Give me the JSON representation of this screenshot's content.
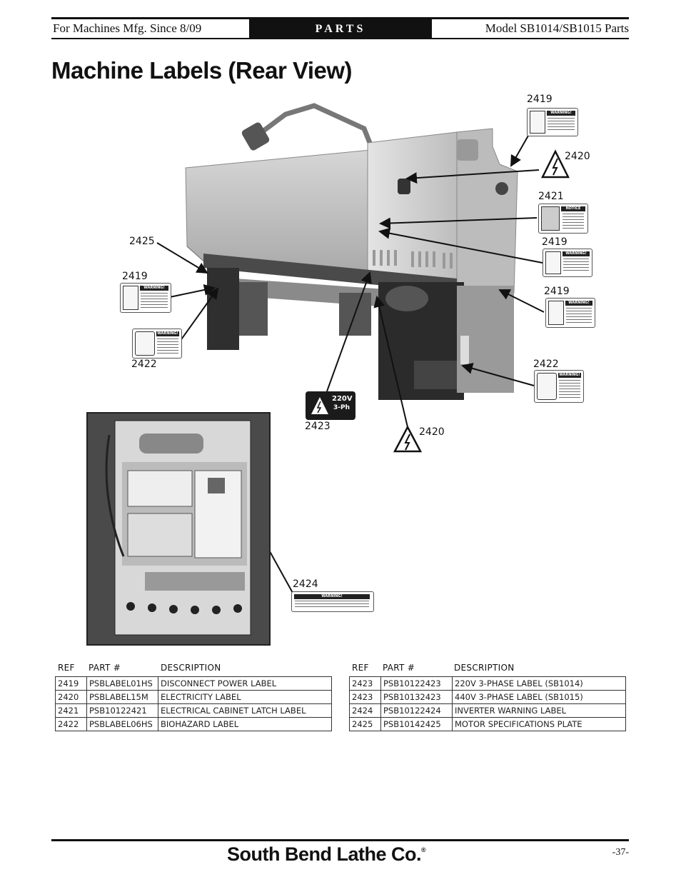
{
  "header": {
    "left": "For Machines Mfg. Since 8/09",
    "section": "PARTS",
    "right": "Model SB1014/SB1015 Parts"
  },
  "page_title": "Machine Labels (Rear View)",
  "figure": {
    "callouts": [
      {
        "id": "c1",
        "text": "2419"
      },
      {
        "id": "c2",
        "text": "2420"
      },
      {
        "id": "c3",
        "text": "2421"
      },
      {
        "id": "c4",
        "text": "2419"
      },
      {
        "id": "c5",
        "text": "2419"
      },
      {
        "id": "c6",
        "text": "2422"
      },
      {
        "id": "c7",
        "text": "2425"
      },
      {
        "id": "c8",
        "text": "2419"
      },
      {
        "id": "c9",
        "text": "2422"
      },
      {
        "id": "c10",
        "text": "2423"
      },
      {
        "id": "c11",
        "text": "2420"
      },
      {
        "id": "c12",
        "text": "2424"
      }
    ],
    "label_texts": {
      "warning": "WARNING!",
      "notice": "NOTICE",
      "v220": "220V",
      "ph3": "3-Ph"
    }
  },
  "tables": {
    "headers": {
      "ref": "REF",
      "part": "PART #",
      "desc": "DESCRIPTION"
    },
    "left": [
      {
        "ref": "2419",
        "part": "PSBLABEL01HS",
        "desc": "DISCONNECT POWER LABEL"
      },
      {
        "ref": "2420",
        "part": "PSBLABEL15M",
        "desc": "ELECTRICITY LABEL"
      },
      {
        "ref": "2421",
        "part": "PSB10122421",
        "desc": "ELECTRICAL CABINET LATCH LABEL"
      },
      {
        "ref": "2422",
        "part": "PSBLABEL06HS",
        "desc": "BIOHAZARD LABEL"
      }
    ],
    "right": [
      {
        "ref": "2423",
        "part": "PSB10122423",
        "desc": "220V 3-PHASE LABEL (SB1014)"
      },
      {
        "ref": "2423",
        "part": "PSB10132423",
        "desc": "440V 3-PHASE LABEL (SB1015)"
      },
      {
        "ref": "2424",
        "part": "PSB10122424",
        "desc": "INVERTER WARNING LABEL"
      },
      {
        "ref": "2425",
        "part": "PSB10142425",
        "desc": "MOTOR SPECIFICATIONS PLATE"
      }
    ]
  },
  "footer": {
    "brand": "South Bend Lathe Co.",
    "registered": "®",
    "page_number": "-37-"
  }
}
